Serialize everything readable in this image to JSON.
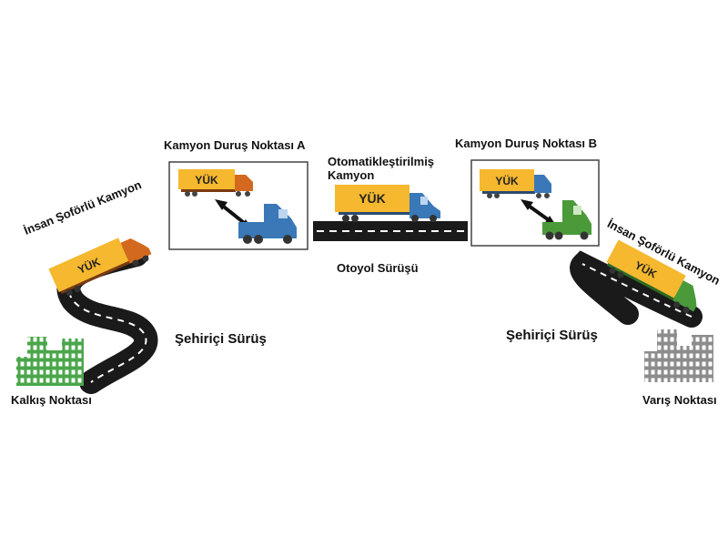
{
  "labels": {
    "stop_a": "Kamyon Duruş Noktası A",
    "stop_b": "Kamyon Duruş Noktası B",
    "automated_truck": "Otomatikleştirilmiş Kamyon",
    "highway": "Otoyol Sürüşü",
    "human_truck_left": "İnsan Şoförlü Kamyon",
    "human_truck_right": "İnsan Şoförlü Kamyon",
    "city_left": "Şehiriçi Sürüş",
    "city_right": "Şehiriçi Sürüş",
    "origin": "Kalkış Noktası",
    "destination": "Varış Noktası"
  },
  "trailer_text": "YÜK",
  "colors": {
    "trailer": "#f5b82e",
    "orange_cab": "#d2691e",
    "blue_cab": "#3a78b8",
    "green_cab": "#4a9a3a",
    "green_building": "#4aa64a",
    "gray_building": "#8c8c8c",
    "road": "#1a1a1a"
  }
}
